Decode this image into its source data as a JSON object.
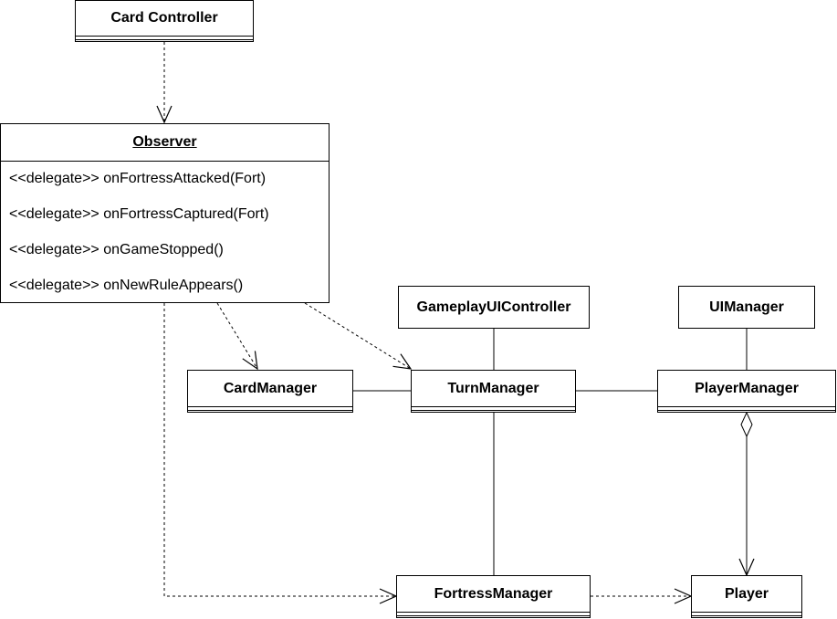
{
  "diagram": {
    "classes": {
      "card_controller": {
        "name": "Card Controller"
      },
      "observer": {
        "name": "Observer",
        "members": [
          "<<delegate>> onFortressAttacked(Fort)",
          "<<delegate>> onFortressCaptured(Fort)",
          "<<delegate>> onGameStopped()",
          "<<delegate>> onNewRuleAppears()"
        ]
      },
      "gameplay_ui_controller": {
        "name": "GameplayUIController"
      },
      "ui_manager": {
        "name": "UIManager"
      },
      "card_manager": {
        "name": "CardManager"
      },
      "turn_manager": {
        "name": "TurnManager"
      },
      "player_manager": {
        "name": "PlayerManager"
      },
      "fortress_manager": {
        "name": "FortressManager"
      },
      "player": {
        "name": "Player"
      }
    },
    "relations": [
      {
        "from": "Card Controller",
        "to": "Observer",
        "type": "dependency"
      },
      {
        "from": "Observer",
        "to": "CardManager",
        "type": "dependency"
      },
      {
        "from": "Observer",
        "to": "TurnManager",
        "type": "dependency"
      },
      {
        "from": "Observer",
        "to": "FortressManager",
        "type": "dependency"
      },
      {
        "from": "CardManager",
        "to": "TurnManager",
        "type": "association"
      },
      {
        "from": "GameplayUIController",
        "to": "TurnManager",
        "type": "association"
      },
      {
        "from": "TurnManager",
        "to": "PlayerManager",
        "type": "association"
      },
      {
        "from": "UIManager",
        "to": "PlayerManager",
        "type": "association"
      },
      {
        "from": "TurnManager",
        "to": "FortressManager",
        "type": "association"
      },
      {
        "from": "PlayerManager",
        "to": "Player",
        "type": "aggregation"
      },
      {
        "from": "FortressManager",
        "to": "Player",
        "type": "dependency"
      }
    ]
  }
}
